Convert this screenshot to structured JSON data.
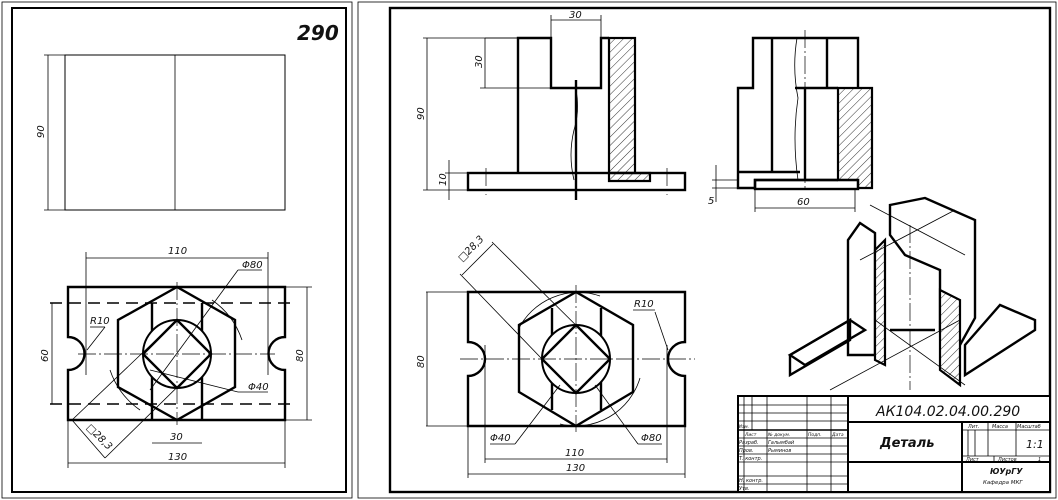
{
  "left_sheet": {
    "sheet_number": "290",
    "front_view": {
      "dim_height": "90"
    },
    "plan_view": {
      "dim_110": "110",
      "dim_phi80": "Φ80",
      "dim_r10": "R10",
      "dim_60": "60",
      "dim_80": "80",
      "dim_phi40": "Φ40",
      "dim_30": "30",
      "dim_square": "□28,3",
      "dim_130": "130"
    }
  },
  "right_sheet": {
    "front_view": {
      "dim_30_top": "30",
      "dim_30_depth": "30",
      "dim_90": "90",
      "dim_10": "10"
    },
    "side_view": {
      "dim_5": "5",
      "dim_60": "60"
    },
    "plan_view": {
      "dim_square": "□28,3",
      "dim_r10": "R10",
      "dim_80": "80",
      "dim_phi40": "Φ40",
      "dim_phi80": "Φ80",
      "dim_110": "110",
      "dim_130": "130"
    },
    "title_block": {
      "designation": "АК104.02.04.00.290",
      "part_name": "Деталь",
      "lit_label": "Лит.",
      "mass_label": "Масса",
      "scale_label": "Масштаб",
      "scale_value": "1:1",
      "sheet_label": "Лист",
      "sheets_label": "Листов",
      "sheets_value": "1",
      "org": "ЮУрГУ",
      "dept": "Кафедра МКГ",
      "col_headers": [
        "Изм.",
        "Лист",
        "№ докум.",
        "Подп.",
        "Дата"
      ],
      "rows": [
        {
          "role": "Разраб.",
          "name": "Галымбай"
        },
        {
          "role": "Пров.",
          "name": "Рыминов"
        },
        {
          "role": "Т. контр.",
          "name": ""
        },
        {
          "role": "Н. контр.",
          "name": ""
        },
        {
          "role": "Утв.",
          "name": ""
        }
      ]
    }
  }
}
